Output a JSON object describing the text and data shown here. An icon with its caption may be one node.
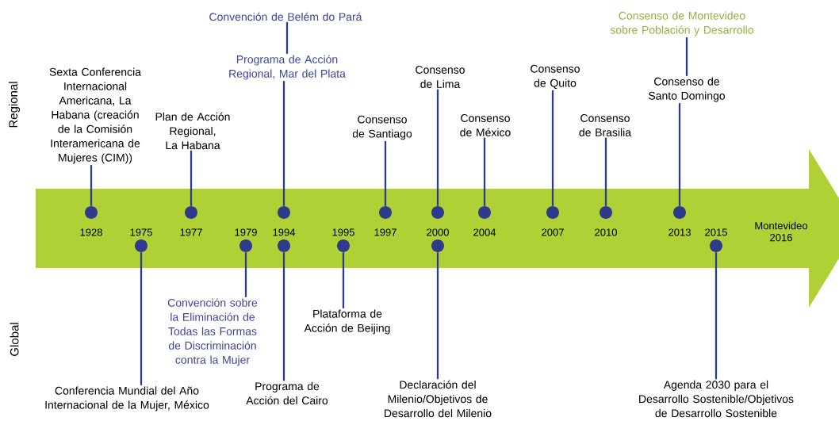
{
  "diagram": {
    "nodes": [
      {
        "text": [
          "Sexta Conferencia Internacional Americana, La Habana (creación de la Comisión Interamericana de Mujeres (CIM))"
        ]
      },
      {
        "text": [
          "Plan de Acción Regional, La Habana"
        ]
      },
      {
        "text": [
          "Convención de Belém do Pará"
        ]
      },
      {
        "text": [
          "Programa de Acción Regional, Mar del Plata"
        ]
      },
      {
        "text": [
          "Consenso de Santiago"
        ]
      },
      {
        "text": [
          "Consenso de Lima"
        ]
      },
      {
        "text": [
          "Consenso de México"
        ]
      },
      {
        "text": [
          "Consenso de Quito"
        ]
      },
      {
        "text": [
          "Consenso de Brasilia"
        ]
      },
      {
        "text": [
          "Consenso de Montevideo sobre Población y Desarrollo"
        ]
      },
      {
        "text": [
          "Consenso de Santo Domingo"
        ]
      },
      {
        "text": [
          "Conferencia Mundial del Año Internacional de la Mujer, México"
        ]
      },
      {
        "text": [
          "Convención sobre la Eliminación de Todas las Formas de Discriminación contra la Mujer"
        ]
      },
      {
        "text": [
          "Programa de Acción del Cairo"
        ]
      },
      {
        "text": [
          "Plataforma de Acción de Beijing"
        ]
      },
      {
        "text": [
          "Declaración del Milenio/Objetivos de Desarrollo del Milenio"
        ]
      },
      {
        "text": [
          "Agenda 2030 para el Desarrollo Sostenible/Objetivos de Desarrollo Sostenible"
        ]
      },
      {
        "text": [],
        "shape": "circle"
      },
      {
        "text": [],
        "shape": "circle"
      },
      {
        "text": [],
        "shape": "circle"
      },
      {
        "text": [],
        "shape": "circle"
      },
      {
        "text": [],
        "shape": "circle"
      },
      {
        "text": [],
        "shape": "circle"
      },
      {
        "text": [],
        "shape": "circle"
      },
      {
        "text": [],
        "shape": "circle"
      },
      {
        "text": [],
        "shape": "circle"
      },
      {
        "text": [],
        "shape": "circle"
      },
      {
        "text": [],
        "shape": "circle"
      },
      {
        "text": [],
        "shape": "circle"
      },
      {
        "text": [],
        "shape": "circle"
      },
      {
        "text": [],
        "shape": "circle"
      },
      {
        "text": [],
        "shape": "circle"
      }
    ],
    "edges": [
      {
        "from": 0,
        "to": 17,
        "arrow": "none"
      },
      {
        "from": 11,
        "to": 18,
        "arrow": "none"
      },
      {
        "from": 1,
        "to": 19,
        "arrow": "none"
      },
      {
        "from": 12,
        "to": 20,
        "arrow": "none"
      },
      {
        "from": 2,
        "to": 3,
        "arrow": "none"
      },
      {
        "from": 3,
        "to": 21,
        "arrow": "none"
      },
      {
        "from": 13,
        "to": 22,
        "arrow": "none"
      },
      {
        "from": 14,
        "to": 23,
        "arrow": "none"
      },
      {
        "from": 4,
        "to": 24,
        "arrow": "none"
      },
      {
        "from": 5,
        "to": 25,
        "arrow": "none"
      },
      {
        "from": 15,
        "to": 26,
        "arrow": "none"
      },
      {
        "from": 6,
        "to": 27,
        "arrow": "none"
      },
      {
        "from": 7,
        "to": 28,
        "arrow": "none"
      },
      {
        "from": 8,
        "to": 29,
        "arrow": "none"
      },
      {
        "from": 9,
        "to": 10,
        "arrow": "none"
      },
      {
        "from": 10,
        "to": 30,
        "arrow": "none"
      },
      {
        "from": 16,
        "to": 31,
        "arrow": "none"
      }
    ],
    "labels": [
      "Regional",
      "1928",
      "1975",
      "1977",
      "1979",
      "1994",
      "1995",
      "1997",
      "2000",
      "2004",
      "2007",
      "2010",
      "2013",
      "2015",
      "Montevideo 2016",
      "Global"
    ]
  }
}
